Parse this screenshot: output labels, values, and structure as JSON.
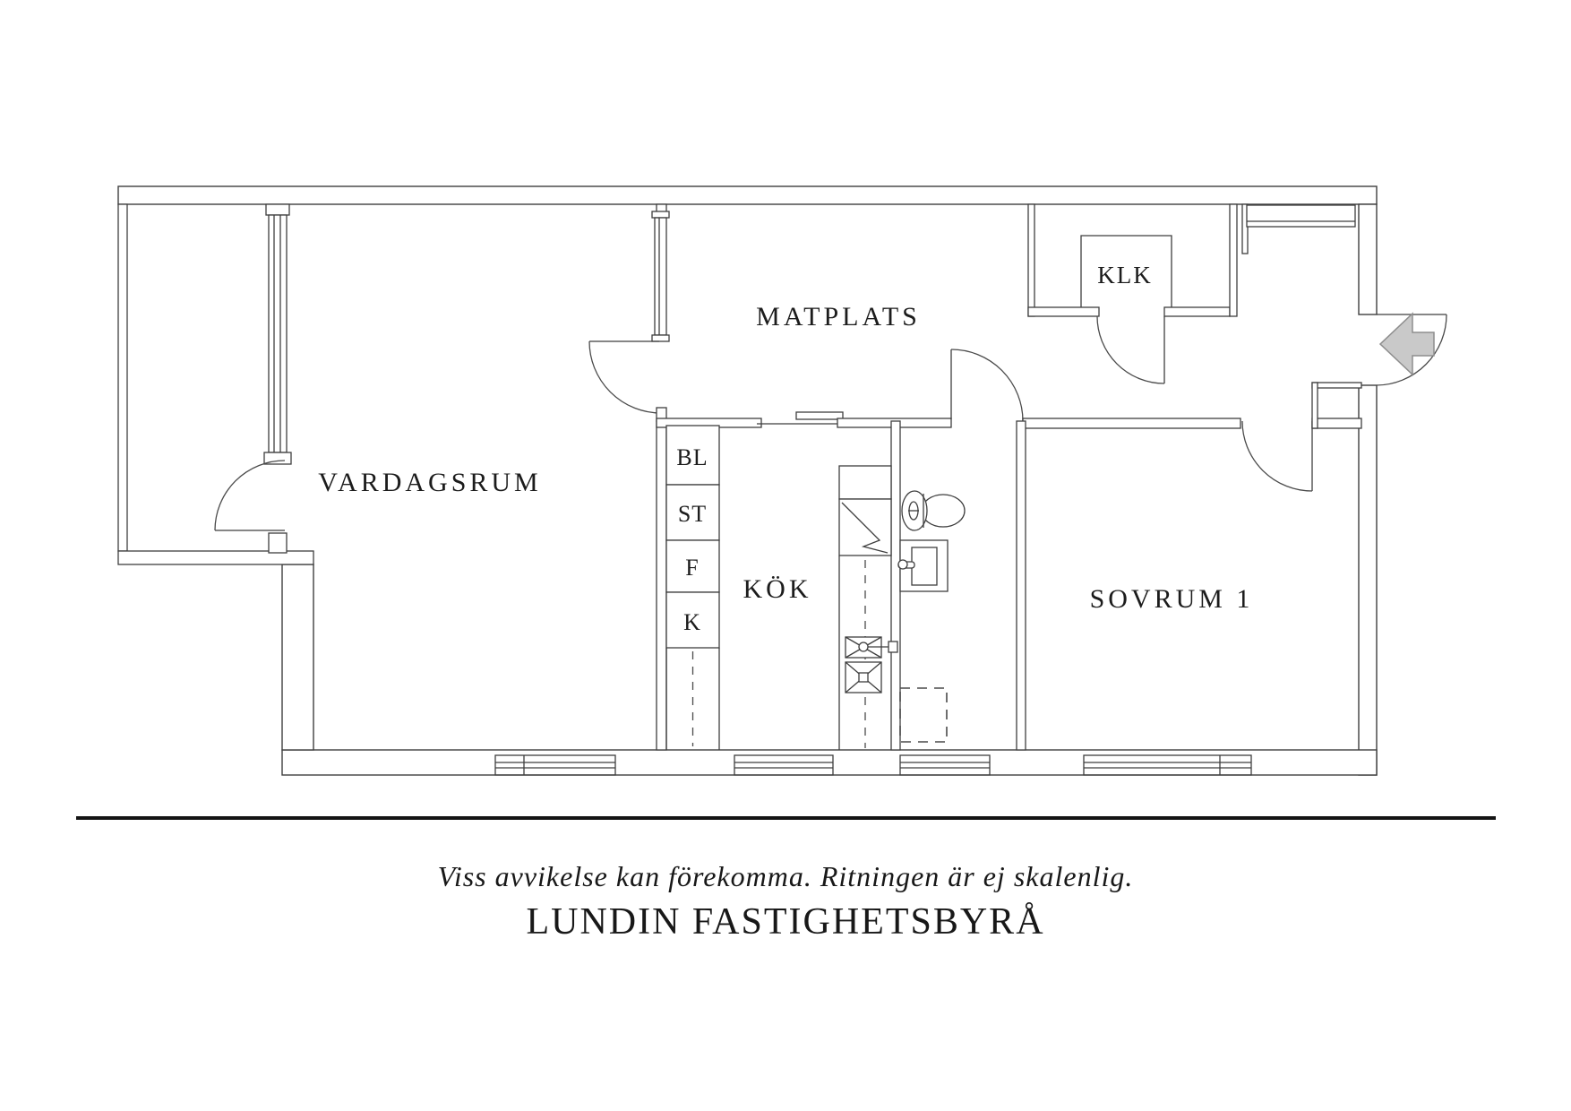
{
  "plan": {
    "rooms": {
      "vardagsrum": "VARDAGSRUM",
      "matplats": "MATPLATS",
      "kok": "KÖK",
      "sovrum1": "SOVRUM 1",
      "klk": "KLK"
    },
    "appliances": {
      "bl": "BL",
      "st": "ST",
      "f": "F",
      "k": "K"
    },
    "icons": {
      "entry_arrow": "entry-direction-arrow",
      "toilet": "toilet-icon",
      "washbasin": "washbasin-icon",
      "sink": "sink-icon",
      "stove": "stove-icon",
      "washing_machine": "washing-machine-dashed-outline",
      "wardrobe": "wardrobe-symbol",
      "windows": "window-symbol",
      "doors": "door-swing-arc"
    },
    "colors": {
      "wall_line": "#3e3e3e",
      "label_text": "#1c1c1c",
      "entry_arrow_fill": "#c9c9c9",
      "entry_arrow_stroke": "#8d8d8d",
      "separator_rule": "#141414",
      "background": "#ffffff"
    }
  },
  "footer": {
    "disclaimer": "Viss avvikelse kan förekomma. Ritningen är ej skalenlig.",
    "agency": "LUNDIN FASTIGHETSBYRÅ"
  }
}
